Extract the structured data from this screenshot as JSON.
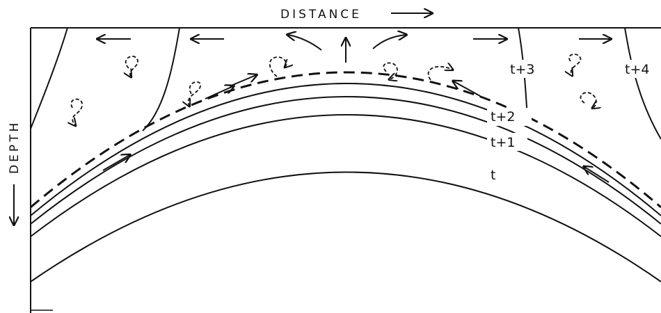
{
  "axes": {
    "x_label": "DISTANCE",
    "y_label": "DEPTH"
  },
  "isochrone_labels": {
    "t": "t",
    "t1": "t+1",
    "t2": "t+2",
    "t3": "t+3",
    "t4": "t+4"
  },
  "colors": {
    "ink": "#111111",
    "background": "#ffffff"
  }
}
